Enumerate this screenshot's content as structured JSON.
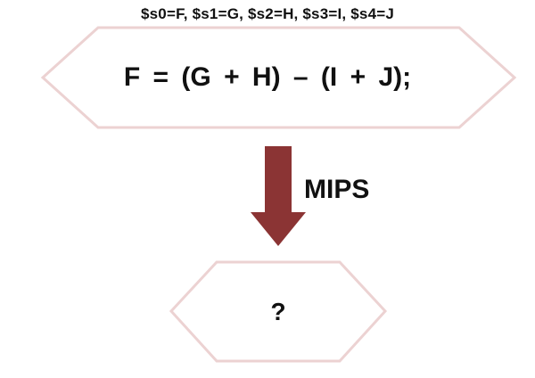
{
  "register_map": "$s0=F, $s1=G, $s2=H, $s3=I, $s4=J",
  "expression": "F = (G + H) – (I + J);",
  "arrow_label": "MIPS",
  "result": "?",
  "colors": {
    "hexagon_border": "#ecd2d2",
    "arrow_fill": "#8b3434",
    "text": "#111111"
  }
}
